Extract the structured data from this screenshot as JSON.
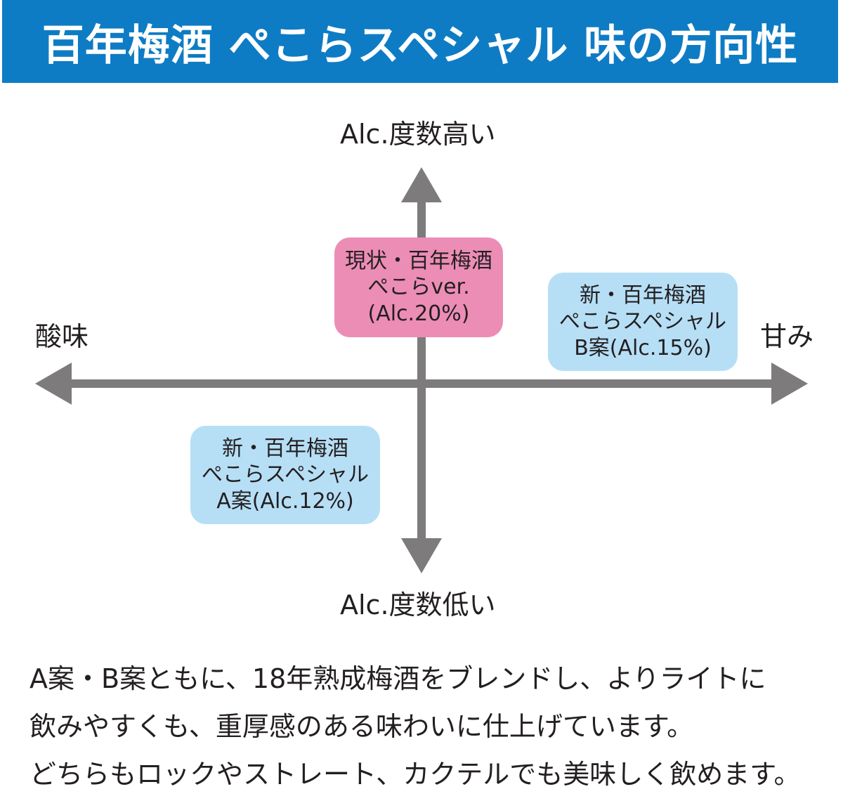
{
  "title": "百年梅酒 ぺこらスペシャル 味の方向性",
  "colors": {
    "title_background": "#0e7cc4",
    "axis": "#7d7b7c",
    "current_box": "#ec8db6",
    "new_box": "#b6dff6"
  },
  "axes": {
    "top": "Alc.度数高い",
    "bottom": "Alc.度数低い",
    "left": "酸味",
    "right": "甘み"
  },
  "boxes": {
    "current": {
      "line1": "現状・百年梅酒",
      "line2": "ぺこらver.",
      "line3": "(Alc.20%)"
    },
    "plan_b": {
      "line1": "新・百年梅酒",
      "line2": "ぺこらスペシャル",
      "line3": "B案(Alc.15%)"
    },
    "plan_a": {
      "line1": "新・百年梅酒",
      "line2": "ぺこらスペシャル",
      "line3": "A案(Alc.12%)"
    }
  },
  "description": {
    "line1": "A案・B案ともに、18年熟成梅酒をブレンドし、よりライトに",
    "line2": "飲みやすくも、重厚感のある味わいに仕上げています。",
    "line3": "どちらもロックやストレート、カクテルでも美味しく飲めます。"
  }
}
